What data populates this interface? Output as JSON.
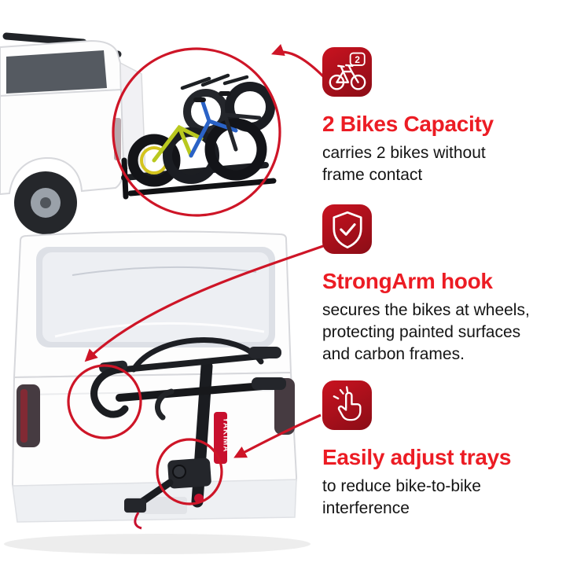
{
  "brand": {
    "accent_red": "#ec1c24",
    "icon_red_top": "#c3121f",
    "icon_red_bottom": "#8e0d17",
    "annotation_red": "#ce1527",
    "yakima_red": "#c8102e",
    "text_color": "#141414"
  },
  "rack_label": "YAKIMA",
  "features": [
    {
      "icon": "bike-capacity-icon",
      "badge": "2",
      "title": "2 Bikes Capacity",
      "description": "carries 2 bikes without\nframe contact"
    },
    {
      "icon": "shield-check-icon",
      "title": "StrongArm hook",
      "description": "secures the bikes at wheels,\nprotecting painted surfaces\nand carbon frames."
    },
    {
      "icon": "hand-adjust-icon",
      "title": "Easily adjust trays",
      "description": "to reduce bike-to-bike\ninterference"
    }
  ]
}
